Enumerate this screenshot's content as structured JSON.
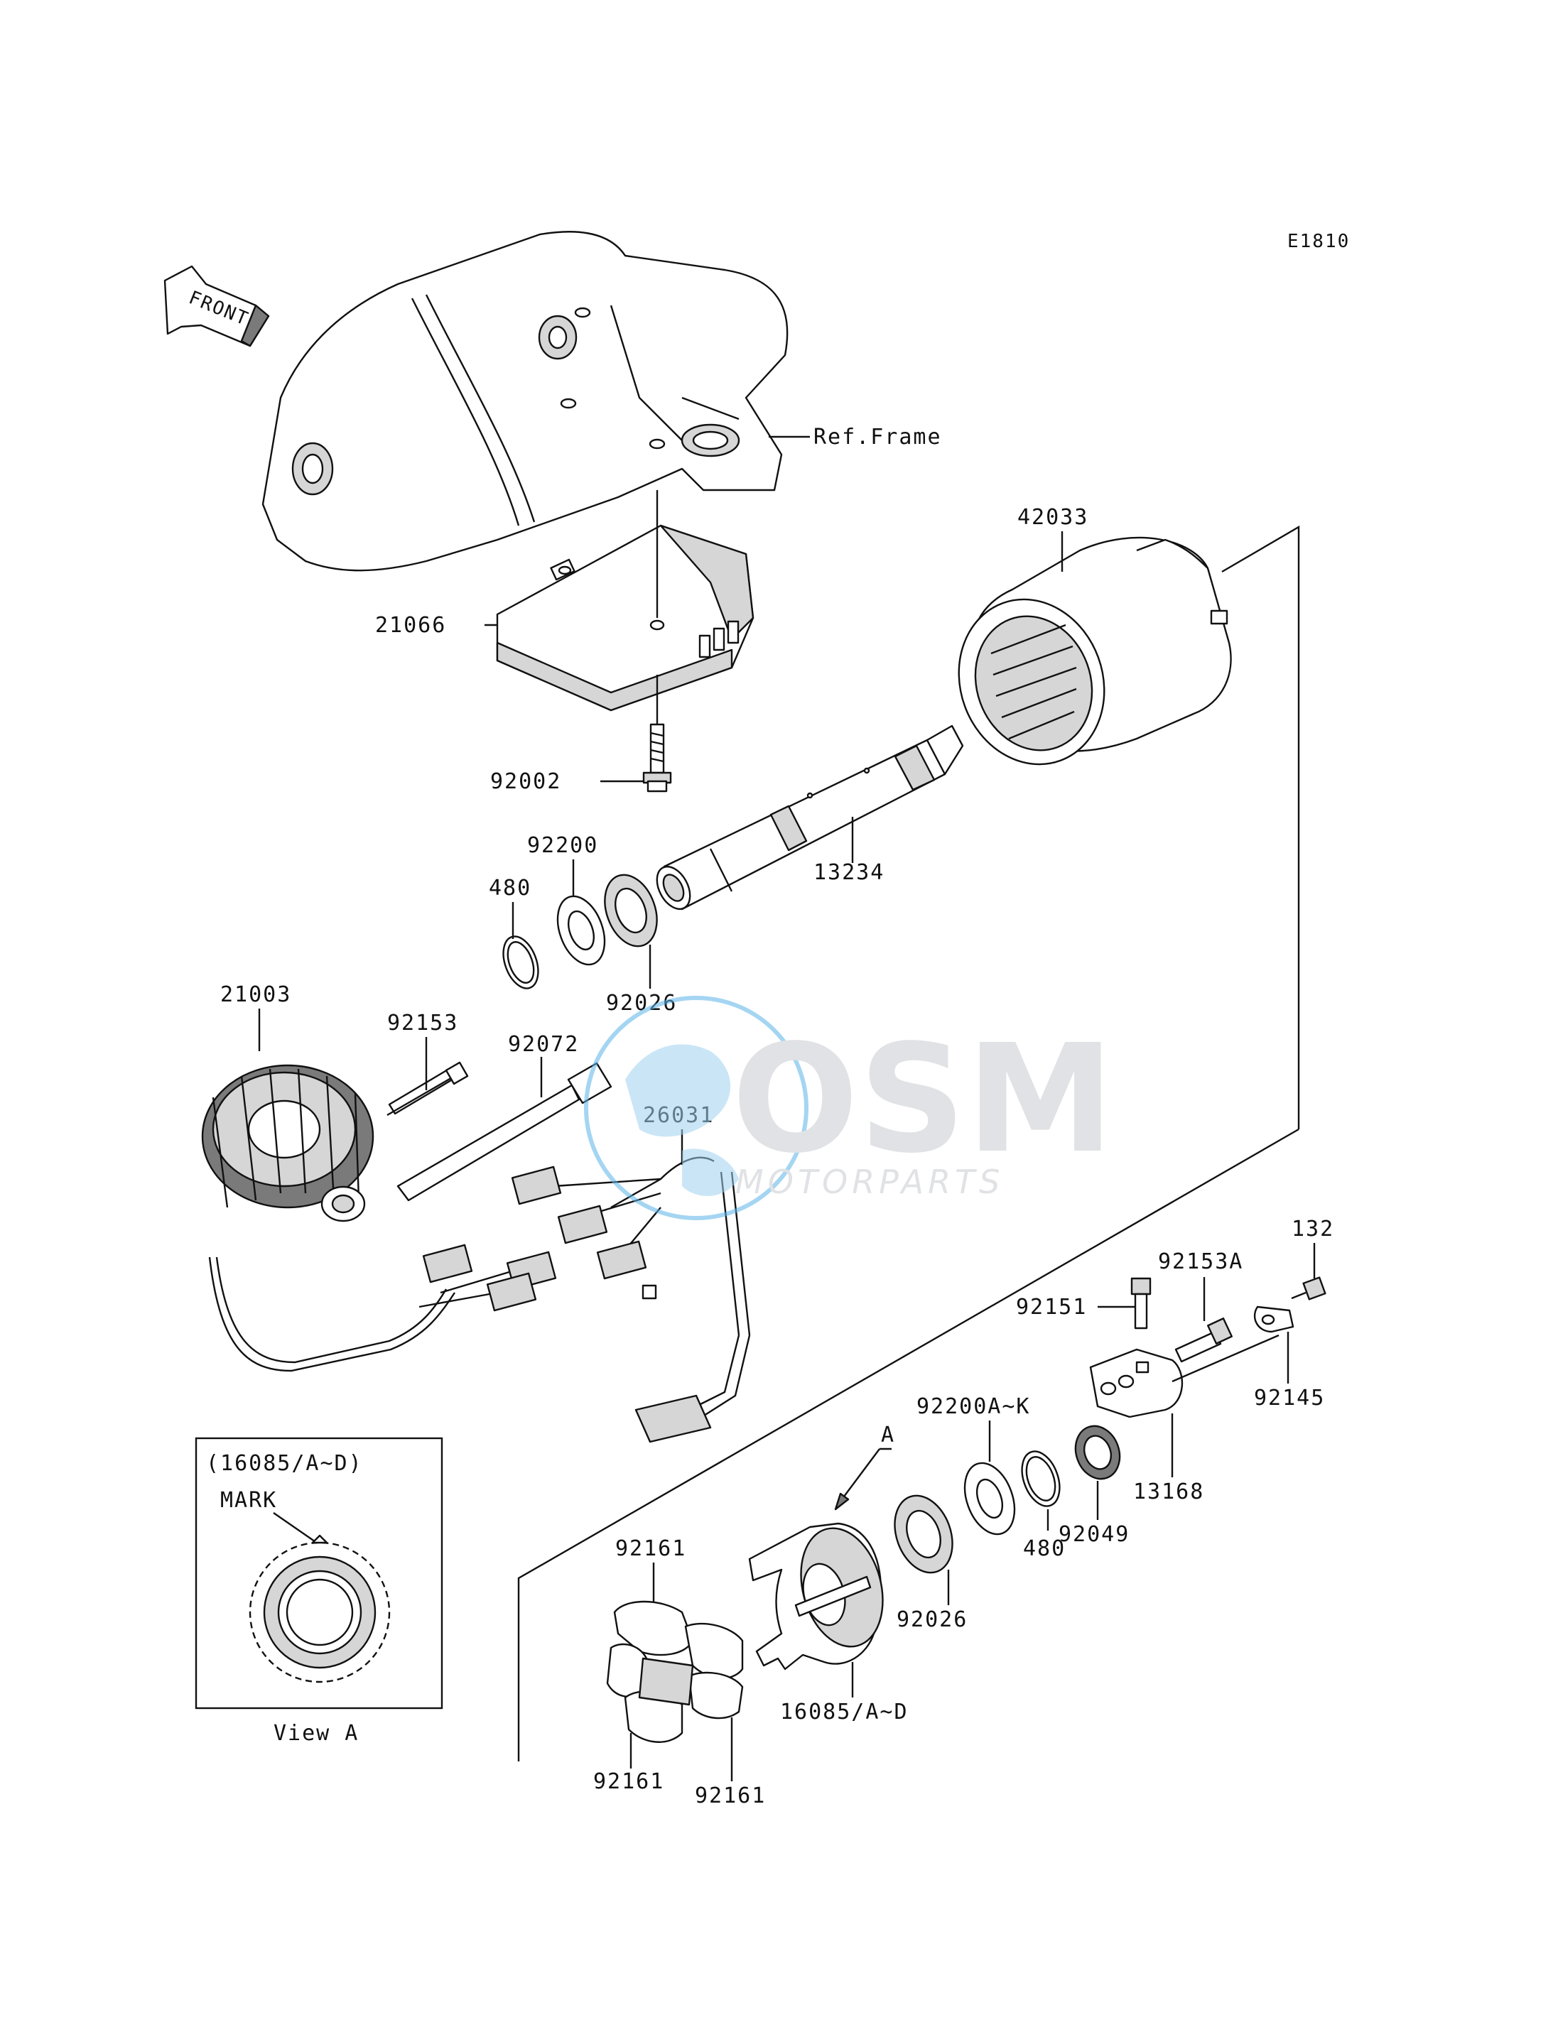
{
  "diagram_code": "E1810",
  "front_arrow_label": "FRONT",
  "watermark": {
    "brand": "OSM",
    "sub": "MOTORPARTS",
    "accent_color": "#5ab4e8",
    "text_color": "#c9ccd0"
  },
  "labels": {
    "ref_frame": "Ref.Frame",
    "p42033": "42033",
    "p21066": "21066",
    "p92002": "92002",
    "p92200": "92200",
    "p480_top": "480",
    "p13234": "13234",
    "p92026_top": "92026",
    "p21003": "21003",
    "p92153": "92153",
    "p92072": "92072",
    "p26031": "26031",
    "p132": "132",
    "p92153A": "92153A",
    "p92151": "92151",
    "p92145": "92145",
    "p92200AK": "92200A~K",
    "p13168": "13168",
    "p92049": "92049",
    "p480_bottom": "480",
    "p92026_bottom": "92026",
    "p16085": "16085/A~D",
    "pointer_A": "A",
    "p92161_top": "92161",
    "p92161_left": "92161",
    "p92161_right": "92161"
  },
  "view_a": {
    "title": "(16085/A~D)",
    "mark": "MARK",
    "caption": "View A"
  }
}
